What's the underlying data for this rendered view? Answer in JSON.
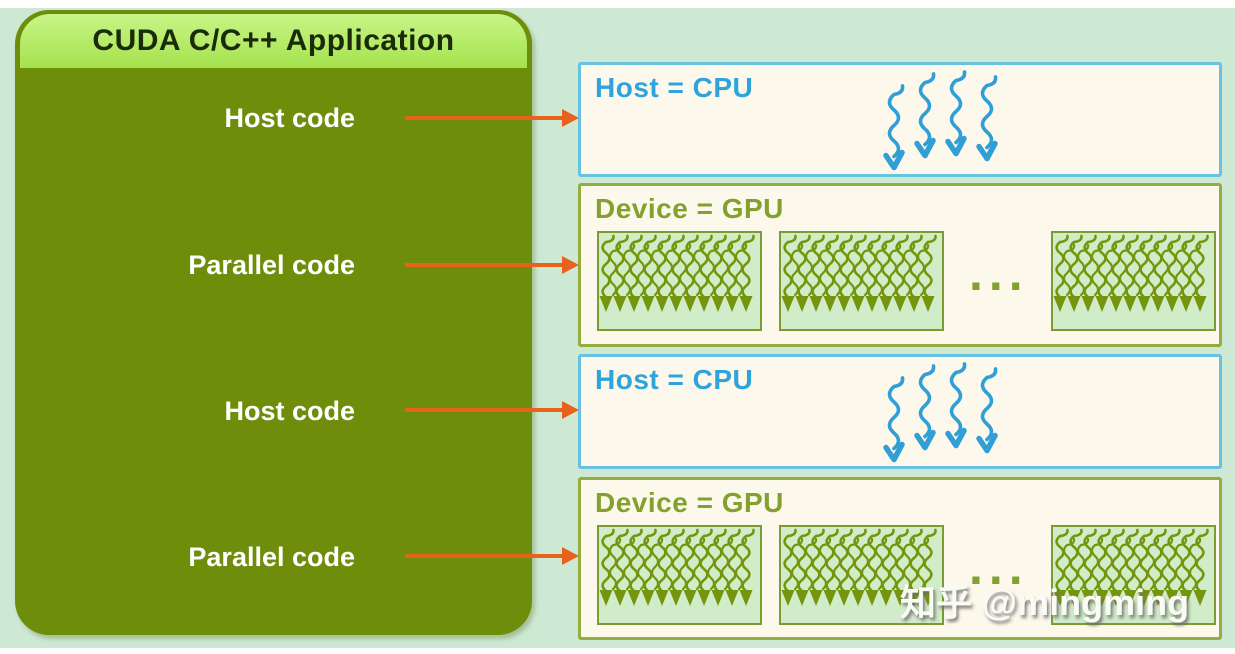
{
  "panel": {
    "title": "CUDA C/C++ Application",
    "rows": [
      {
        "label": "Host code"
      },
      {
        "label": "Parallel code"
      },
      {
        "label": "Host code"
      },
      {
        "label": "Parallel code"
      }
    ]
  },
  "boxes": [
    {
      "kind": "host",
      "label": "Host = CPU",
      "thread_count": 4
    },
    {
      "kind": "device",
      "label": "Device = GPU",
      "block_count": 3,
      "block_columns": 11,
      "ellipsis": "..."
    },
    {
      "kind": "host",
      "label": "Host = CPU",
      "thread_count": 4
    },
    {
      "kind": "device",
      "label": "Device = GPU",
      "block_count": 3,
      "block_columns": 11,
      "ellipsis": "..."
    }
  ],
  "watermark": {
    "text": "知乎 @mingming"
  },
  "colors": {
    "page_bg": "#ffffff",
    "mint_bg": "#cde9d3",
    "olive_panel": "#6e8e0b",
    "header_light": "#c8f588",
    "header_dark": "#a5e24d",
    "header_text": "#1b2a08",
    "label_text": "#ffffff",
    "arrow_orange": "#e8611d",
    "box_bg": "#fdf8ec",
    "host_border": "#67c2e1",
    "host_text": "#2ea3dc",
    "cpu_thread": "#2f9fd6",
    "device_border": "#93ad41",
    "device_text": "#82a12e",
    "block_bg": "#d0ecc8",
    "block_border": "#7d9a33",
    "block_thread": "#76950f",
    "watermark_text": "#fafbf5"
  }
}
